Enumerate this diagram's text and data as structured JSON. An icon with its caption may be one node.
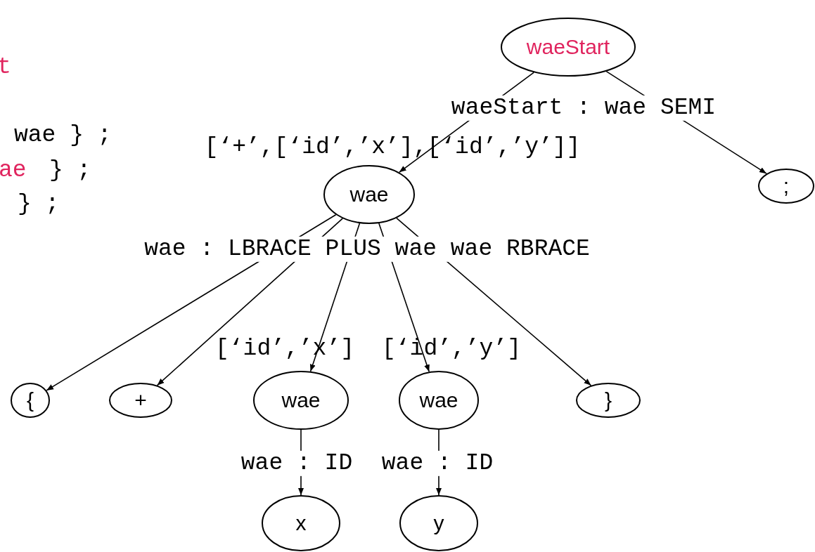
{
  "diagram": {
    "nodes": [
      {
        "text": [
          "waeStart"
        ]
      },
      {
        "text": [
          ";"
        ]
      },
      {
        "text": [
          "wae"
        ],
        "beside": [
          "[‘+’,[‘id’,’x’],[‘id’,’y’]]"
        ]
      },
      {
        "text": [
          "{"
        ]
      },
      {
        "text": [
          "+"
        ]
      },
      {
        "text": [
          "wae"
        ],
        "beside": [
          "[‘id’,’x’]"
        ]
      },
      {
        "text": [
          "wae"
        ],
        "beside": [
          "[‘id’,’y’]"
        ]
      },
      {
        "text": [
          "}"
        ]
      },
      {
        "text": [
          "x"
        ]
      },
      {
        "text": [
          "y"
        ]
      }
    ],
    "edges": [
      {
        "from": 0,
        "to": 2,
        "arrow": "to",
        "label": "waeStart : wae SEMI"
      },
      {
        "from": 0,
        "to": 1,
        "arrow": "to"
      },
      {
        "from": 2,
        "to": 3,
        "arrow": "to",
        "label": "wae : LBRACE PLUS wae wae RBRACE"
      },
      {
        "from": 2,
        "to": 4,
        "arrow": "to"
      },
      {
        "from": 2,
        "to": 5,
        "arrow": "to"
      },
      {
        "from": 2,
        "to": 6,
        "arrow": "to"
      },
      {
        "from": 2,
        "to": 7,
        "arrow": "to"
      },
      {
        "from": 5,
        "to": 8,
        "arrow": "to",
        "label": "wae : ID"
      },
      {
        "from": 6,
        "to": 9,
        "arrow": "to",
        "label": "wae : ID"
      }
    ],
    "labels": [
      "t",
      "wae } ;",
      "ae",
      "} ;",
      "} ;"
    ]
  }
}
